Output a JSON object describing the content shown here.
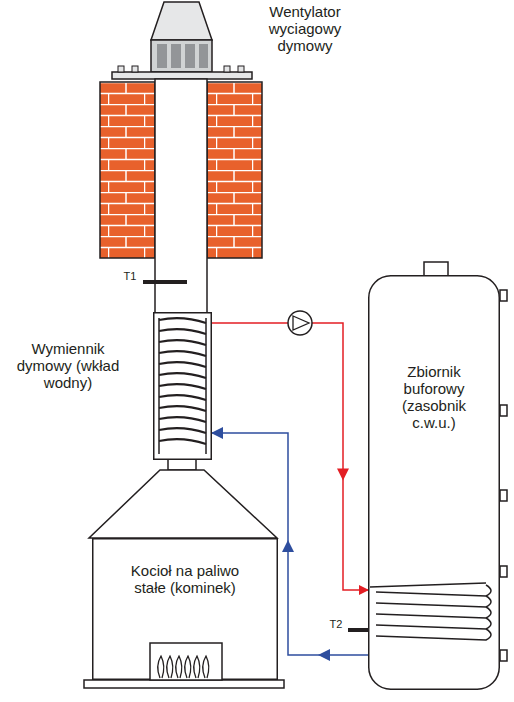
{
  "diagram": {
    "nodes": [
      {
        "text": [
          "Wymiennik dymowy (wkład wodny)"
        ]
      },
      {
        "text": [
          "Kocioł na paliwo stałe (kominek)"
        ]
      },
      {
        "text": [
          "Zbiornik buforowy (zasobnik c.w.u.)"
        ]
      }
    ],
    "edges": [
      {
        "from": 0,
        "to": 2,
        "arrow": "to"
      },
      {
        "from": 2,
        "to": 0,
        "arrow": "to"
      }
    ],
    "labels": [
      "Wentylator wyciagowy dymowy",
      "T1",
      "T2"
    ]
  }
}
